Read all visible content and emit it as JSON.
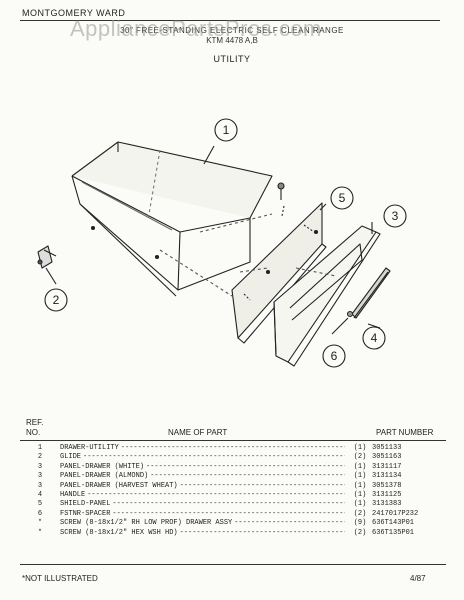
{
  "header": {
    "brand": "MONTGOMERY WARD",
    "watermark": "AppliancePartsPros.com",
    "title": "30\" FREE-STANDING ELECTRIC SELF CLEAN RANGE",
    "model": "KTM 4478 A,B",
    "section": "UTILITY"
  },
  "callouts": [
    "1",
    "2",
    "3",
    "4",
    "5",
    "6"
  ],
  "table": {
    "ref_header": "REF.",
    "no_header": "NO.",
    "name_header": "NAME OF PART",
    "part_header": "PART NUMBER",
    "rows": [
      {
        "ref": "1",
        "name": "DRAWER-UTILITY",
        "qty": "(1)",
        "part": "3051133"
      },
      {
        "ref": "2",
        "name": "GLIDE",
        "qty": "(2)",
        "part": "3051163"
      },
      {
        "ref": "3",
        "name": "PANEL-DRAWER (WHITE)",
        "qty": "(1)",
        "part": "3131117"
      },
      {
        "ref": "3",
        "name": "PANEL-DRAWER (ALMOND)",
        "qty": "(1)",
        "part": "3131134"
      },
      {
        "ref": "3",
        "name": "PANEL-DRAWER (HARVEST WHEAT)",
        "qty": "(1)",
        "part": "3051378"
      },
      {
        "ref": "4",
        "name": "HANDLE",
        "qty": "(1)",
        "part": "3131125"
      },
      {
        "ref": "5",
        "name": "SHIELD-PANEL",
        "qty": "(1)",
        "part": "3131383"
      },
      {
        "ref": "6",
        "name": "FSTNR-SPACER",
        "qty": "(2)",
        "part": "2417017P232"
      },
      {
        "ref": "*",
        "name": "SCREW (8-18x1/2\" RH LOW PROF) DRAWER ASSY",
        "qty": "(9)",
        "part": "636T143P01"
      },
      {
        "ref": "*",
        "name": "SCREW (8-18x1/2\" HEX WSH HD)",
        "qty": "(2)",
        "part": "636T135P01"
      }
    ]
  },
  "footer": {
    "note": "*NOT ILLUSTRATED",
    "date": "4/87"
  }
}
